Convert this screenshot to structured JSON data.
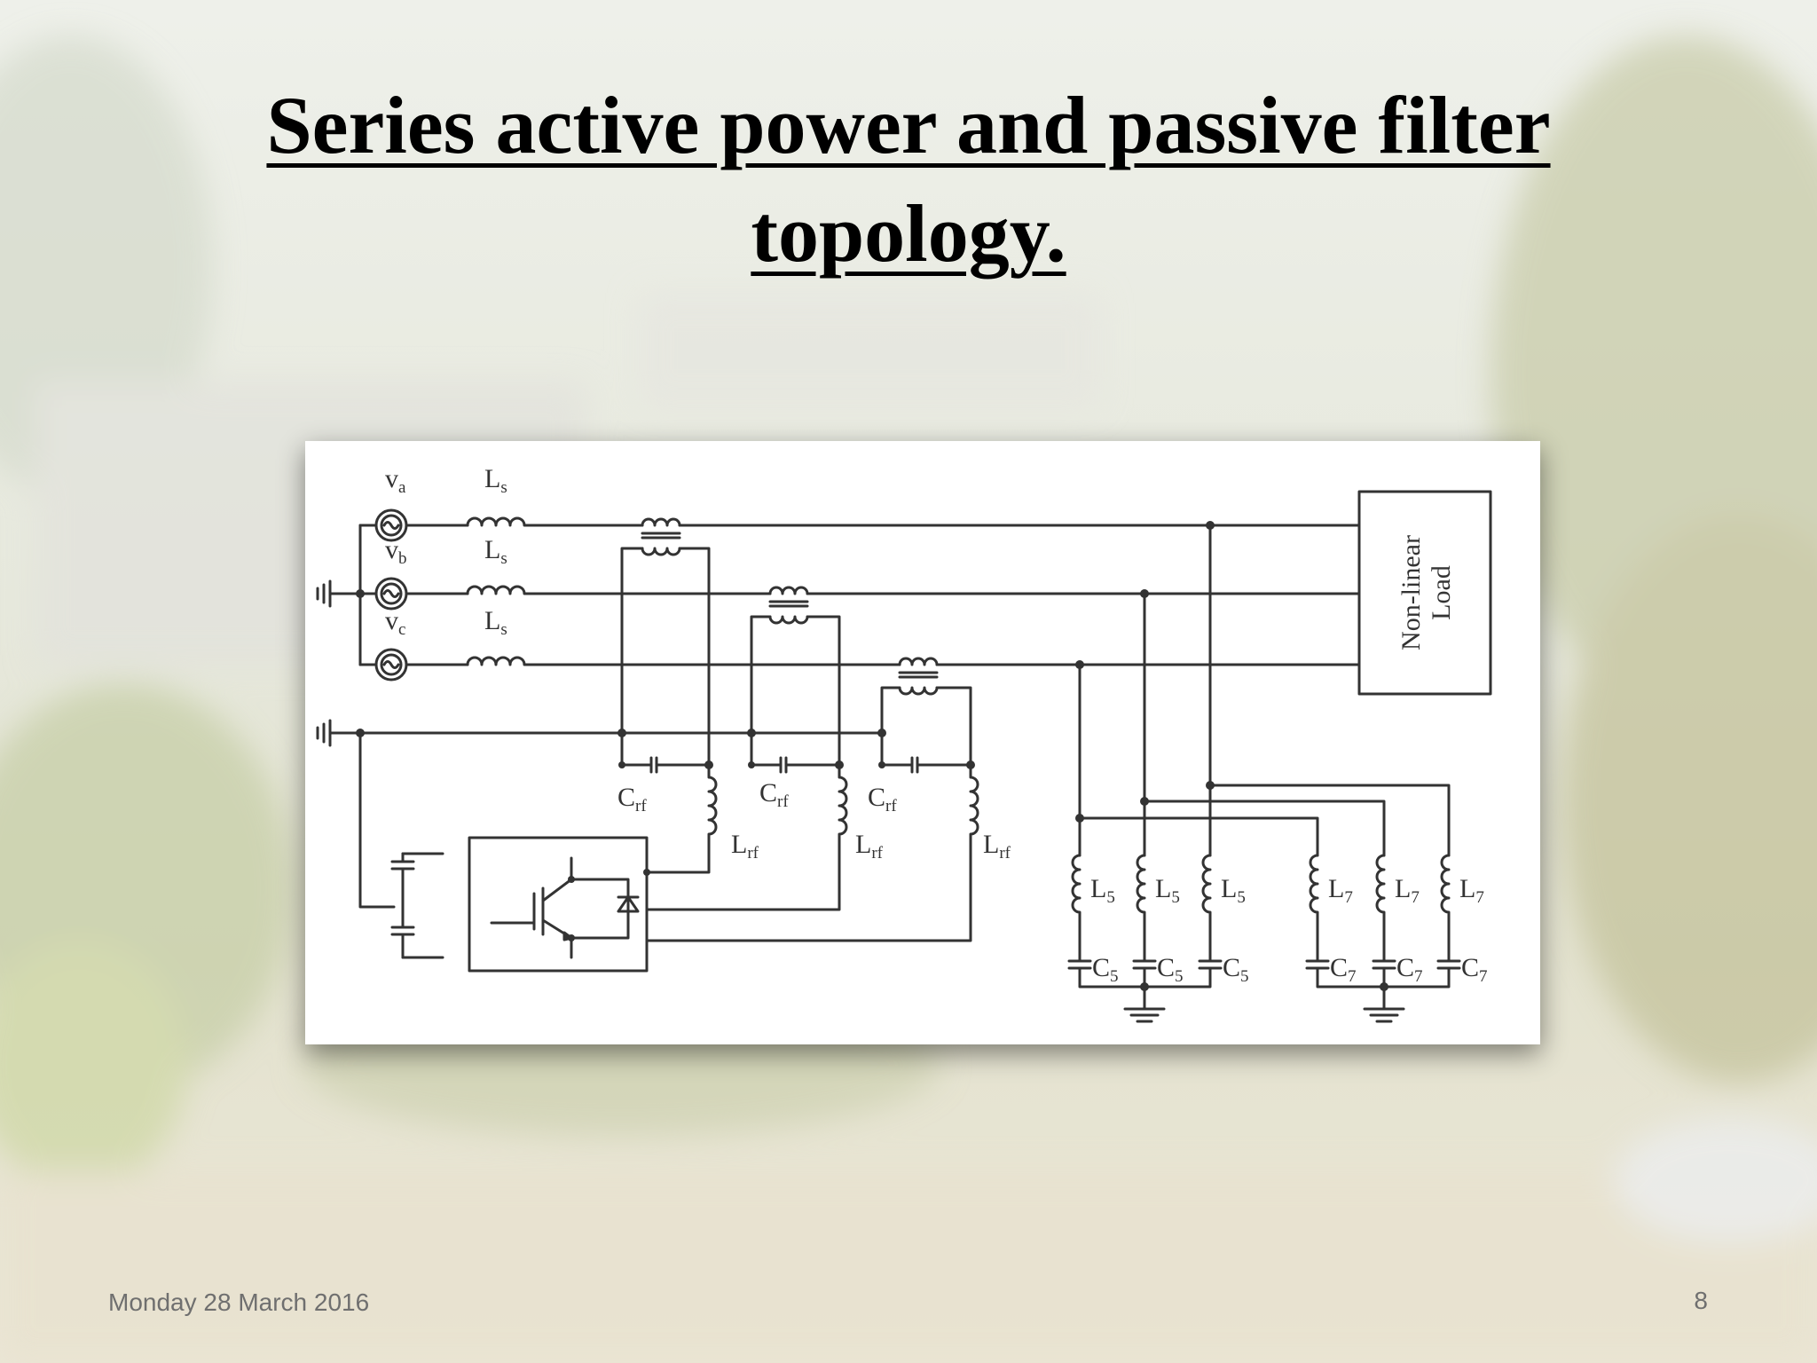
{
  "slide": {
    "title_line1": "Series active power and passive filter",
    "title_line2": "topology.",
    "date": "Monday 28 March 2016",
    "page_number": "8"
  },
  "diagram": {
    "sources": [
      {
        "main": "v",
        "sub": "a"
      },
      {
        "main": "v",
        "sub": "b"
      },
      {
        "main": "v",
        "sub": "c"
      }
    ],
    "source_inductor": {
      "main": "L",
      "sub": "s"
    },
    "coupling_capacitor": {
      "main": "C",
      "sub": "rf"
    },
    "coupling_inductor": {
      "main": "L",
      "sub": "rf"
    },
    "load_line1": "Non-linear",
    "load_line2": "Load",
    "fifth_inductor": {
      "main": "L",
      "sub": "5"
    },
    "fifth_capacitor": {
      "main": "C",
      "sub": "5"
    },
    "seventh_inductor": {
      "main": "L",
      "sub": "7"
    },
    "seventh_capacitor": {
      "main": "C",
      "sub": "7"
    }
  },
  "colors": {
    "wire": "#333333",
    "title": "#000000",
    "footer": "#6f6f6f"
  }
}
